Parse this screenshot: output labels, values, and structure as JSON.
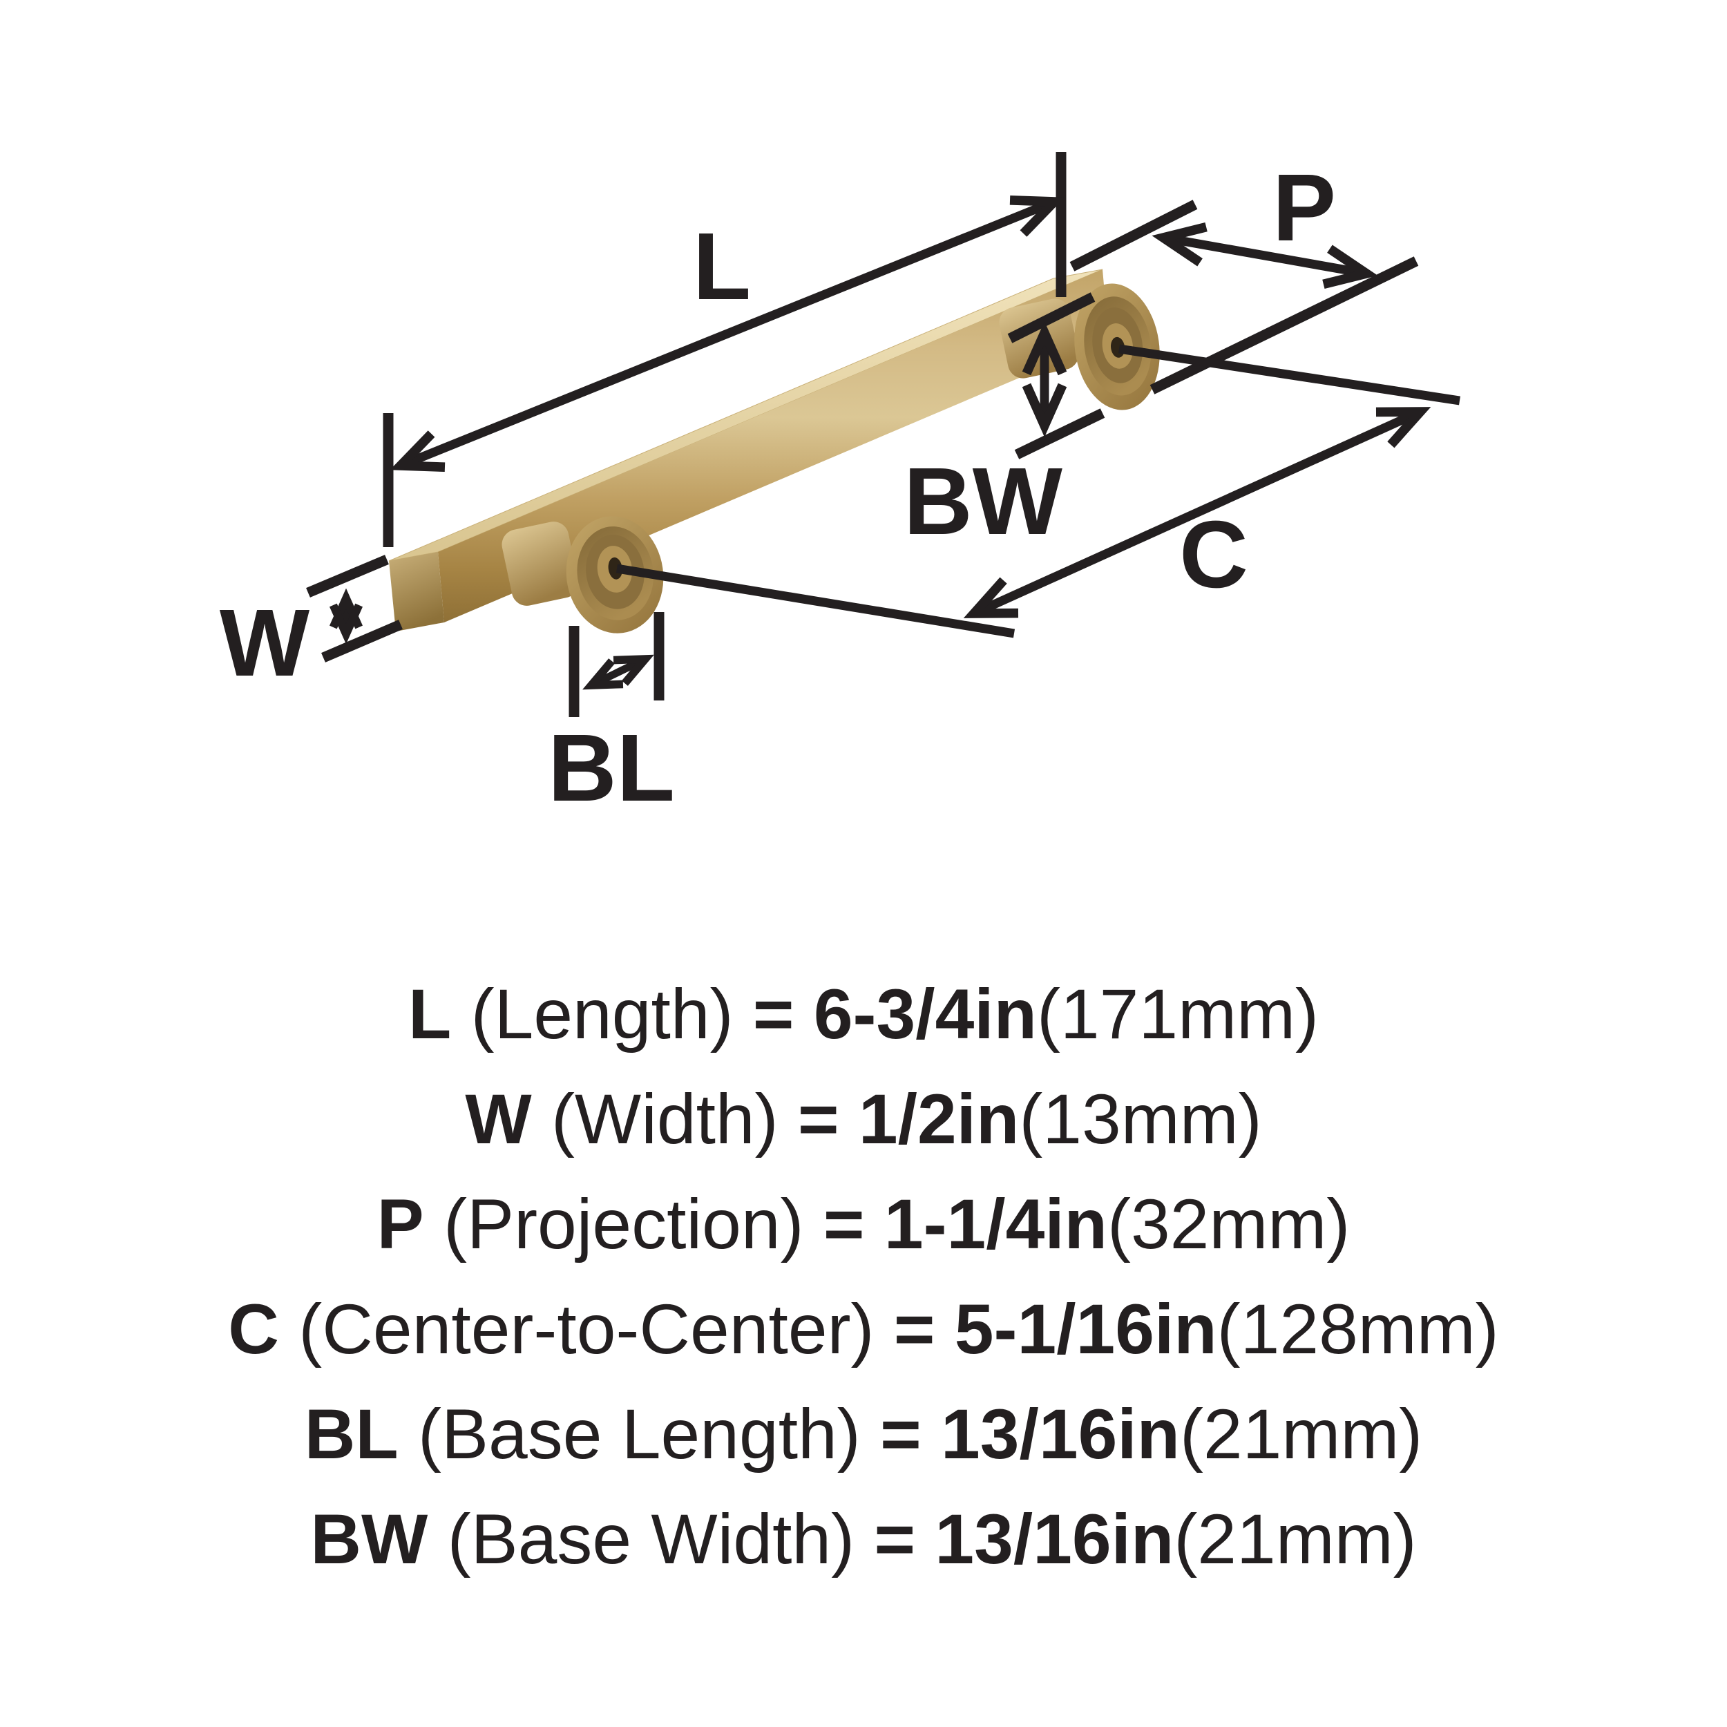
{
  "page": {
    "background": "#ffffff"
  },
  "diagram": {
    "labels": {
      "length": "L",
      "width": "W",
      "projection": "P",
      "center_to_center": "C",
      "base_length": "BL",
      "base_width": "BW"
    },
    "colors": {
      "line": "#231f20",
      "gold_light": "#ecd9a8",
      "gold_mid": "#c8ab6f",
      "gold_dark": "#8f7036",
      "hole": "#2f2517"
    }
  },
  "spec_list": {
    "rows": [
      {
        "code": "L",
        "name": "(Length)",
        "equals": "=",
        "value": "6-3/4in",
        "metric": "(171mm)"
      },
      {
        "code": "W",
        "name": "(Width)",
        "equals": "=",
        "value": "1/2in",
        "metric": "(13mm)"
      },
      {
        "code": "P",
        "name": "(Projection)",
        "equals": "=",
        "value": "1-1/4in",
        "metric": "(32mm)"
      },
      {
        "code": "C",
        "name": "(Center-to-Center)",
        "equals": "=",
        "value": "5-1/16in",
        "metric": "(128mm)"
      },
      {
        "code": "BL",
        "name": "(Base Length)",
        "equals": "=",
        "value": "13/16in",
        "metric": "(21mm)"
      },
      {
        "code": "BW",
        "name": "(Base Width)",
        "equals": "=",
        "value": "13/16in",
        "metric": "(21mm)"
      }
    ]
  }
}
